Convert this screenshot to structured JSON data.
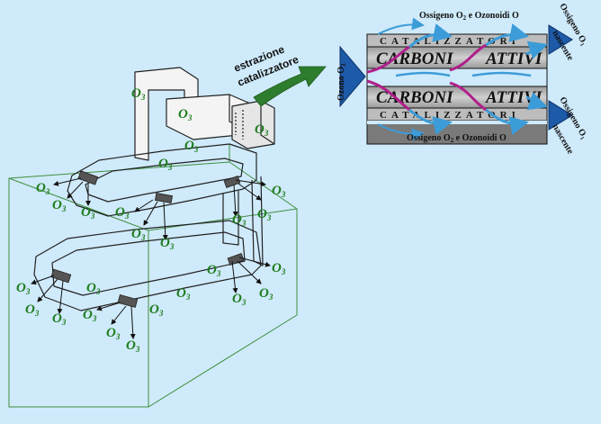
{
  "colors": {
    "background": "#cfeafa",
    "ozone_label": "#1e7d1e",
    "flow_arrow": "#3c9cd8",
    "carbon_flow": "#b0208a",
    "extraction_arrow": "#2e7d2e"
  },
  "labels": {
    "extraction": [
      "estrazione",
      "catalizzatore"
    ],
    "ozone_in": "Ozono O",
    "ozone_in_sub": "3",
    "out_top": "Ossigeno O",
    "out_top_sub": "2",
    "out_top_rest": " e Ozonoidi O",
    "out_bottom": "Ossigeno O",
    "out_bottom_sub": "2",
    "out_bottom_rest": " e Ozonoidi O",
    "catalyst_1": "CATALIZZATORI",
    "catalyst_2": "CATALIZZATORI",
    "carbon_1a": "CARBONI",
    "carbon_1b": "ATTIVI",
    "carbon_2a": "CARBONI",
    "carbon_2b": "ATTIVI",
    "nascent_top": [
      "Ossigeno O",
      "nascente"
    ],
    "nascent_bottom": [
      "Ossigeno O",
      "nascente"
    ],
    "nascent_sub": "1",
    "ozone_symbol": "O",
    "ozone_sub": "3"
  }
}
